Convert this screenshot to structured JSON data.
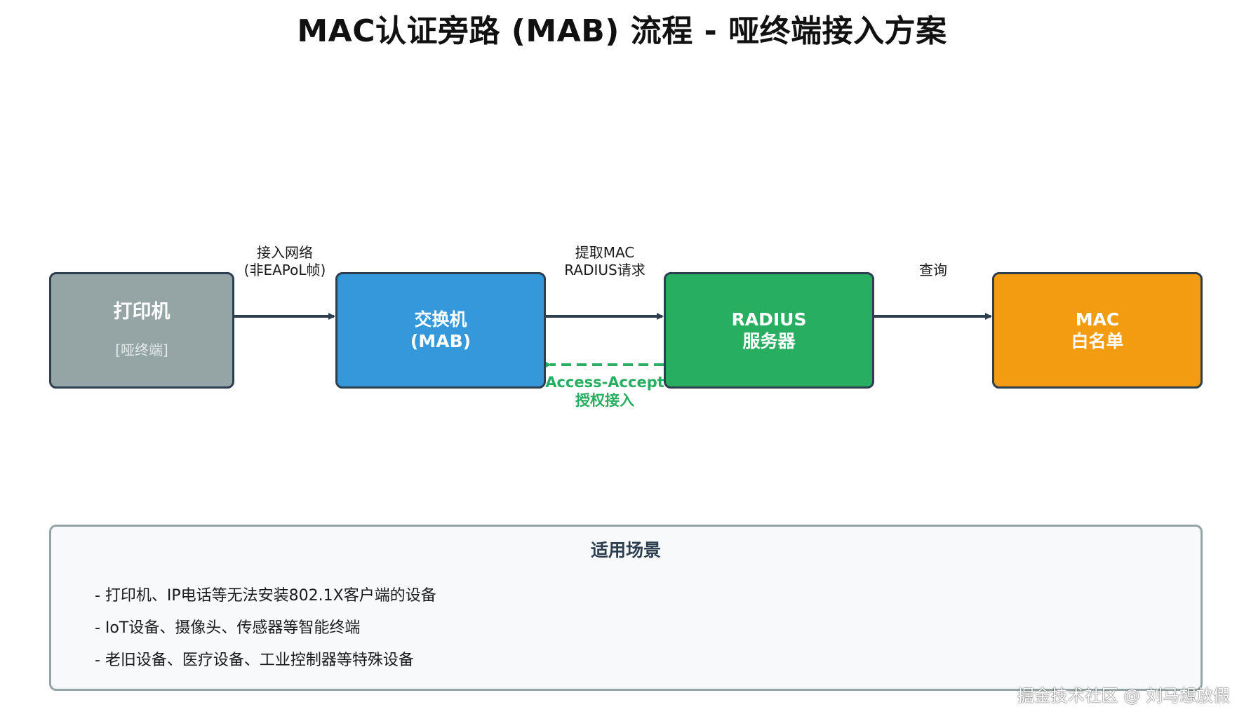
{
  "title": "MAC认证旁路 (MAB) 流程 - 哑终端接入方案",
  "nodes": {
    "printer": {
      "name": "打印机",
      "sub": "[哑终端]"
    },
    "switch": {
      "line1": "交换机",
      "line2": "(MAB)"
    },
    "radius": {
      "line1": "RADIUS",
      "line2": "服务器"
    },
    "mac_whitelist": {
      "line1": "MAC",
      "line2": "白名单"
    }
  },
  "edges": {
    "printer_to_switch": {
      "line1": "接入网络",
      "line2": "(非EAPoL帧)"
    },
    "switch_to_radius": {
      "line1": "提取MAC",
      "line2": "RADIUS请求"
    },
    "radius_to_mac": {
      "line1": "查询"
    },
    "radius_to_switch_reply": {
      "line1": "Access-Accept",
      "line2": "授权接入"
    }
  },
  "scenarios": {
    "title": "适用场景",
    "items": [
      "- 打印机、IP电话等无法安装802.1X客户端的设备",
      "- IoT设备、摄像头、传感器等智能终端",
      "- 老旧设备、医疗设备、工业控制器等特殊设备"
    ]
  },
  "watermark": "掘金技术社区 @ 刘马想放假",
  "colors": {
    "printer": "#95a5a6",
    "switch": "#3498db",
    "radius": "#27ae60",
    "mac_whitelist": "#f39c12",
    "border": "#2c3e50",
    "accept_arrow": "#27ae60"
  }
}
